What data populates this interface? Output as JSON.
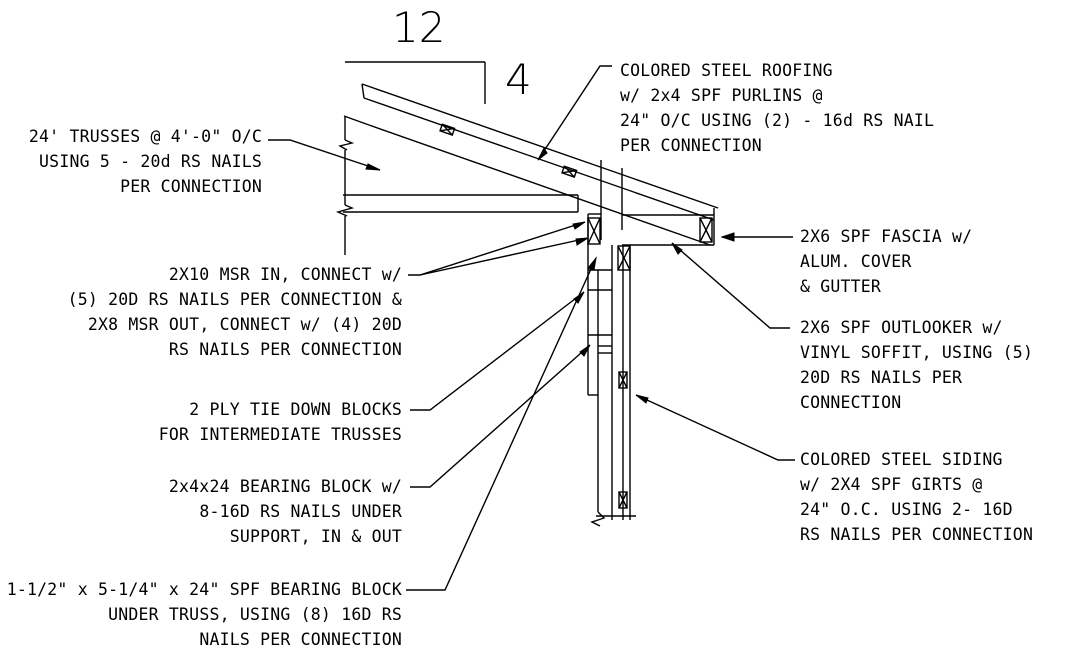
{
  "pitch": {
    "run": "12",
    "rise": "4"
  },
  "notes": {
    "roofing": [
      "COLORED STEEL ROOFING",
      "w/ 2x4 SPF PURLINS  @",
      "24\" O/C USING (2) - 16d RS NAIL",
      "PER CONNECTION"
    ],
    "trusses": [
      "24' TRUSSES @ 4'-0\" O/C",
      "USING 5 - 20d RS NAILS",
      "PER CONNECTION"
    ],
    "msr": [
      "2X10 MSR IN, CONNECT w/",
      "(5) 20D RS NAILS PER CONNECTION &",
      "2X8 MSR OUT, CONNECT w/ (4) 20D",
      "RS NAILS PER CONNECTION"
    ],
    "fascia": [
      "2X6 SPF FASCIA w/",
      "ALUM. COVER",
      "& GUTTER"
    ],
    "outlooker": [
      "2X6 SPF OUTLOOKER w/",
      "VINYL SOFFIT, USING (5)",
      "20D RS NAILS PER",
      "CONNECTION"
    ],
    "tie_down": [
      "2 PLY TIE DOWN BLOCKS",
      "FOR INTERMEDIATE TRUSSES"
    ],
    "bearing_block": [
      "2x4x24 BEARING BLOCK w/",
      "8-16D RS NAILS UNDER",
      "SUPPORT, IN & OUT"
    ],
    "siding": [
      "COLORED STEEL SIDING",
      "w/ 2X4 SPF GIRTS @",
      "24\" O.C. USING 2- 16D",
      "RS NAILS PER CONNECTION"
    ],
    "spf_block": [
      "1-1/2\" x 5-1/4\" x 24\" SPF BEARING BLOCK",
      "UNDER TRUSS, USING (8) 16D RS",
      "NAILS PER CONNECTION"
    ]
  }
}
